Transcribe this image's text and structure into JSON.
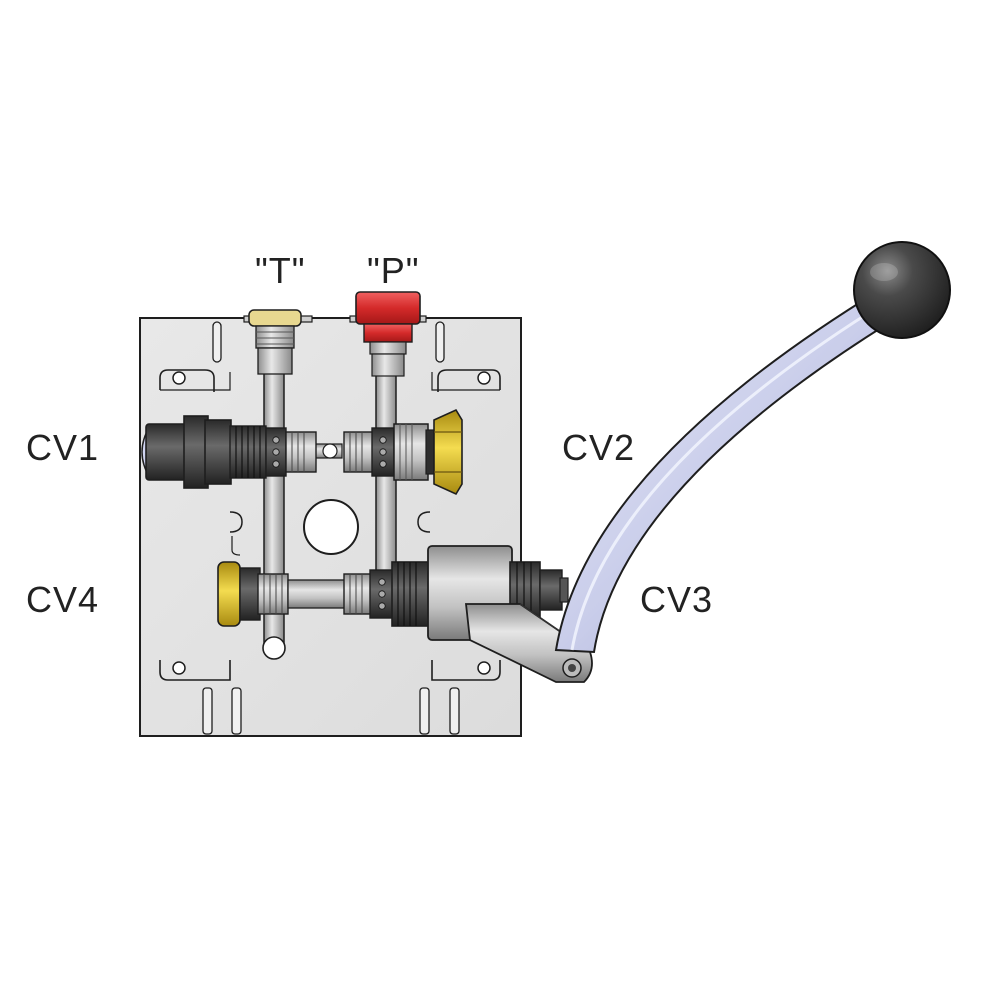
{
  "labels": {
    "t_port": "\"T\"",
    "p_port": "\"P\"",
    "cv1": "CV1",
    "cv2": "CV2",
    "cv3": "CV3",
    "cv4": "CV4"
  },
  "colors": {
    "block": "#e2e2e2",
    "outline": "#1e1e1e",
    "p_port_cap": "#d42a2a",
    "t_port_ring": "#e8d890",
    "nut_yellow": "#e8c830",
    "handle": "#c9cdea",
    "knob": "#3c3c3c",
    "cartridge_dark": "#3e3e3e",
    "cartridge_steel": "#b4b4b4"
  }
}
